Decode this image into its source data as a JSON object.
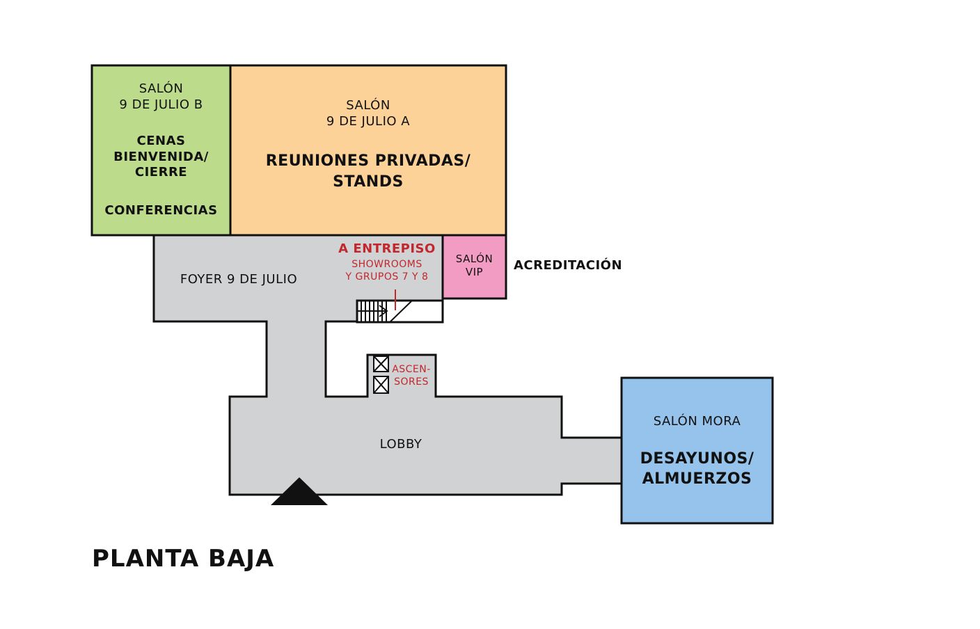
{
  "title": "PLANTA BAJA",
  "colors": {
    "salon_b": "#bcdc8c",
    "salon_a": "#fdd299",
    "foyer": "#d1d2d4",
    "vip": "#f39cc3",
    "mora": "#95c3ec",
    "accent_red": "#c1272d",
    "outline": "#111111"
  },
  "rooms": {
    "salon_b": {
      "name_line1": "SALÓN",
      "name_line2": "9 DE JULIO B",
      "use_line1": "CENAS",
      "use_line2": "BIENVENIDA/",
      "use_line3": "CIERRE",
      "use_line4": "CONFERENCIAS"
    },
    "salon_a": {
      "name_line1": "SALÓN",
      "name_line2": "9 DE JULIO A",
      "use_line1": "REUNIONES PRIVADAS/",
      "use_line2": "STANDS"
    },
    "foyer": {
      "name": "FOYER 9 DE JULIO"
    },
    "entrepiso": {
      "title": "A ENTREPISO",
      "line1": "SHOWROOMS",
      "line2": "Y GRUPOS 7 Y 8"
    },
    "vip": {
      "line1": "SALÓN",
      "line2": "VIP"
    },
    "acreditacion": {
      "name": "ACREDITACIÓN"
    },
    "ascensores": {
      "line1": "ASCEN-",
      "line2": "SORES"
    },
    "lobby": {
      "name": "LOBBY"
    },
    "mora": {
      "name": "SALÓN MORA",
      "use_line1": "DESAYUNOS/",
      "use_line2": "ALMUERZOS"
    }
  }
}
